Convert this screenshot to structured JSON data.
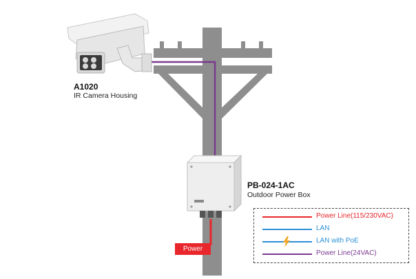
{
  "colors": {
    "power_line_ac": "#e8262b",
    "lan": "#2b8fd6",
    "lan_poe": "#2b8fd6",
    "poe_bolt": "#f3a62a",
    "power_line_dc": "#7a3a8f",
    "pole": "#8e8e8e"
  },
  "camera": {
    "model": "A1020",
    "description": "IR Camera Housing"
  },
  "power_box": {
    "model": "PB-024-1AC",
    "description": "Outdoor Power Box"
  },
  "power_tag": {
    "label": "Power"
  },
  "legend": {
    "items": [
      {
        "label": "Power Line(115/230VAC)",
        "style": "power_line_ac",
        "icon": "red-line"
      },
      {
        "label": "LAN",
        "style": "lan",
        "icon": "blue-line"
      },
      {
        "label": "LAN with PoE",
        "style": "lan_poe",
        "icon": "lightning-bolt-icon"
      },
      {
        "label": "Power Line(24VAC)",
        "style": "power_line_dc",
        "icon": "purple-line"
      }
    ]
  }
}
